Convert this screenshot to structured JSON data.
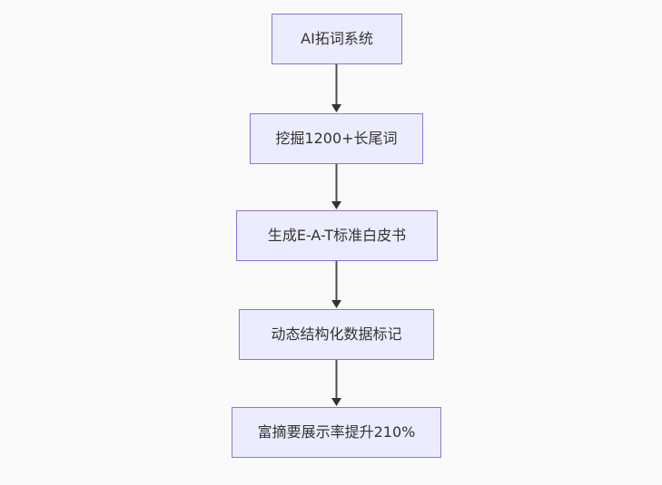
{
  "diagram": {
    "type": "flowchart",
    "direction": "top-down",
    "nodes": [
      {
        "id": "step-1",
        "label": "AI拓词系统"
      },
      {
        "id": "step-2",
        "label": "挖掘1200+长尾词"
      },
      {
        "id": "step-3",
        "label": "生成E-A-T标准白皮书"
      },
      {
        "id": "step-4",
        "label": "动态结构化数据标记"
      },
      {
        "id": "step-5",
        "label": "富摘要展示率提升210%"
      }
    ],
    "edges": [
      {
        "from": "step-1",
        "to": "step-2"
      },
      {
        "from": "step-2",
        "to": "step-3"
      },
      {
        "from": "step-3",
        "to": "step-4"
      },
      {
        "from": "step-4",
        "to": "step-5"
      }
    ]
  },
  "colors": {
    "node-fill": "#ECECFF",
    "node-border": "#9370DB",
    "edge-line": "#4d4d4d",
    "arrowhead": "#333333",
    "text": "#333333",
    "background": "#FAFAFA"
  }
}
